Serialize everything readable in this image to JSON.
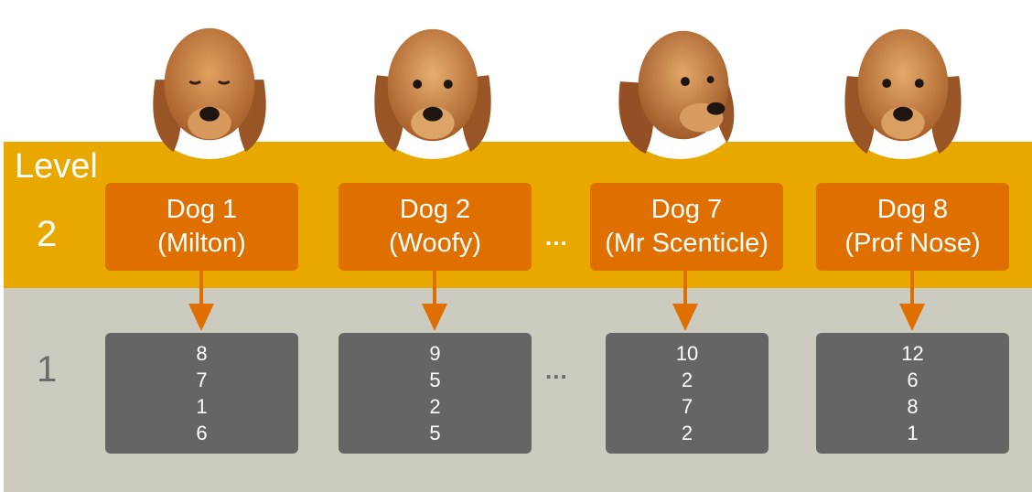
{
  "level_label": "Level",
  "levels": {
    "upper": "2",
    "lower": "1"
  },
  "ellipsis": "...",
  "dogs": [
    {
      "name": "Dog 1",
      "nickname": "(Milton)",
      "avatar": "dog-puppy-photo",
      "values": [
        "8",
        "7",
        "1",
        "6"
      ]
    },
    {
      "name": "Dog 2",
      "nickname": "(Woofy)",
      "avatar": "dog-puppy-photo",
      "values": [
        "9",
        "5",
        "2",
        "5"
      ]
    },
    {
      "name": "Dog 7",
      "nickname": "(Mr Scenticle)",
      "avatar": "dog-puppy-photo",
      "values": [
        "10",
        "2",
        "7",
        "2"
      ]
    },
    {
      "name": "Dog 8",
      "nickname": "(Prof Nose)",
      "avatar": "dog-puppy-photo",
      "values": [
        "12",
        "6",
        "8",
        "1"
      ]
    }
  ],
  "colors": {
    "level2_band": "#E8A800",
    "level1_band": "#CCCBC0",
    "dog_box": "#DF7000",
    "value_box": "#656565",
    "arrow": "#DF7000"
  }
}
